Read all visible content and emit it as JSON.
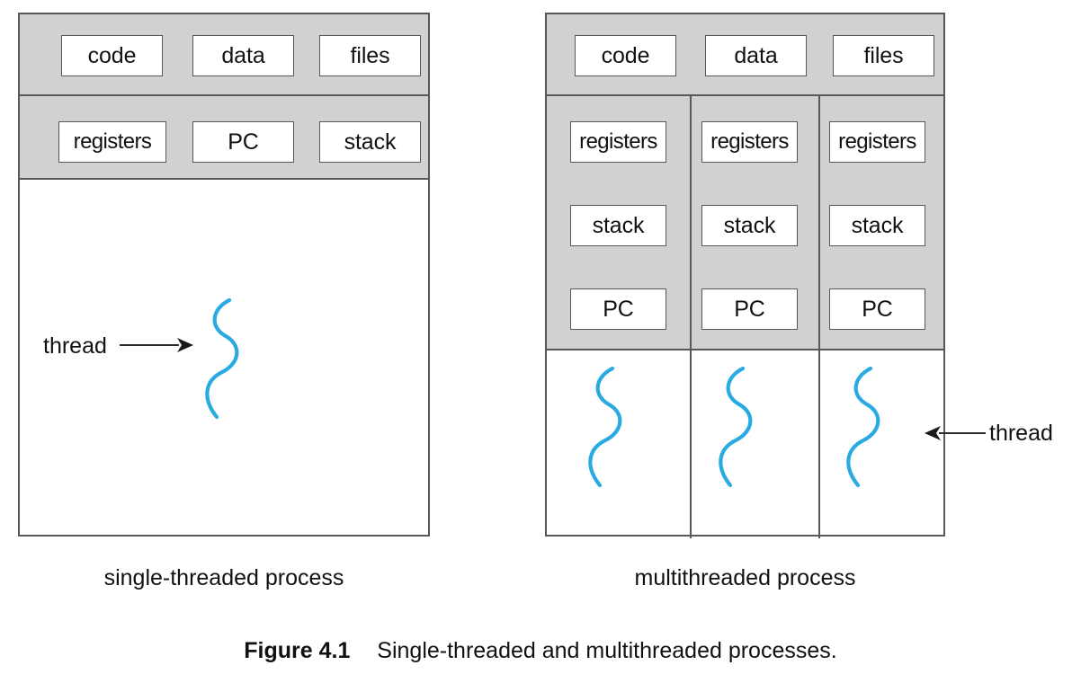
{
  "figure": {
    "number_label": "Figure 4.1",
    "caption_text": "Single-threaded and multithreaded processes."
  },
  "colors": {
    "shared_band_gray": "#d1d1d1",
    "box_border": "#58585a",
    "cell_border": "#58585a",
    "thread_squiggle": "#29ABE2",
    "text": "#111111",
    "page_background": "#ffffff"
  },
  "single_threaded": {
    "caption": "single-threaded process",
    "shared_resources": [
      {
        "label": "code"
      },
      {
        "label": "data"
      },
      {
        "label": "files"
      }
    ],
    "thread_resources": [
      {
        "label": "registers"
      },
      {
        "label": "PC"
      },
      {
        "label": "stack"
      }
    ],
    "thread_count": 1,
    "callout": {
      "label": "thread",
      "arrow_direction": "right"
    }
  },
  "multithreaded": {
    "caption": "multithreaded process",
    "shared_resources": [
      {
        "label": "code"
      },
      {
        "label": "data"
      },
      {
        "label": "files"
      }
    ],
    "threads": [
      {
        "registers": "registers",
        "stack": "stack",
        "pc": "PC"
      },
      {
        "registers": "registers",
        "stack": "stack",
        "pc": "PC"
      },
      {
        "registers": "registers",
        "stack": "stack",
        "pc": "PC"
      }
    ],
    "thread_count": 3,
    "callout": {
      "label": "thread",
      "arrow_direction": "left"
    }
  }
}
